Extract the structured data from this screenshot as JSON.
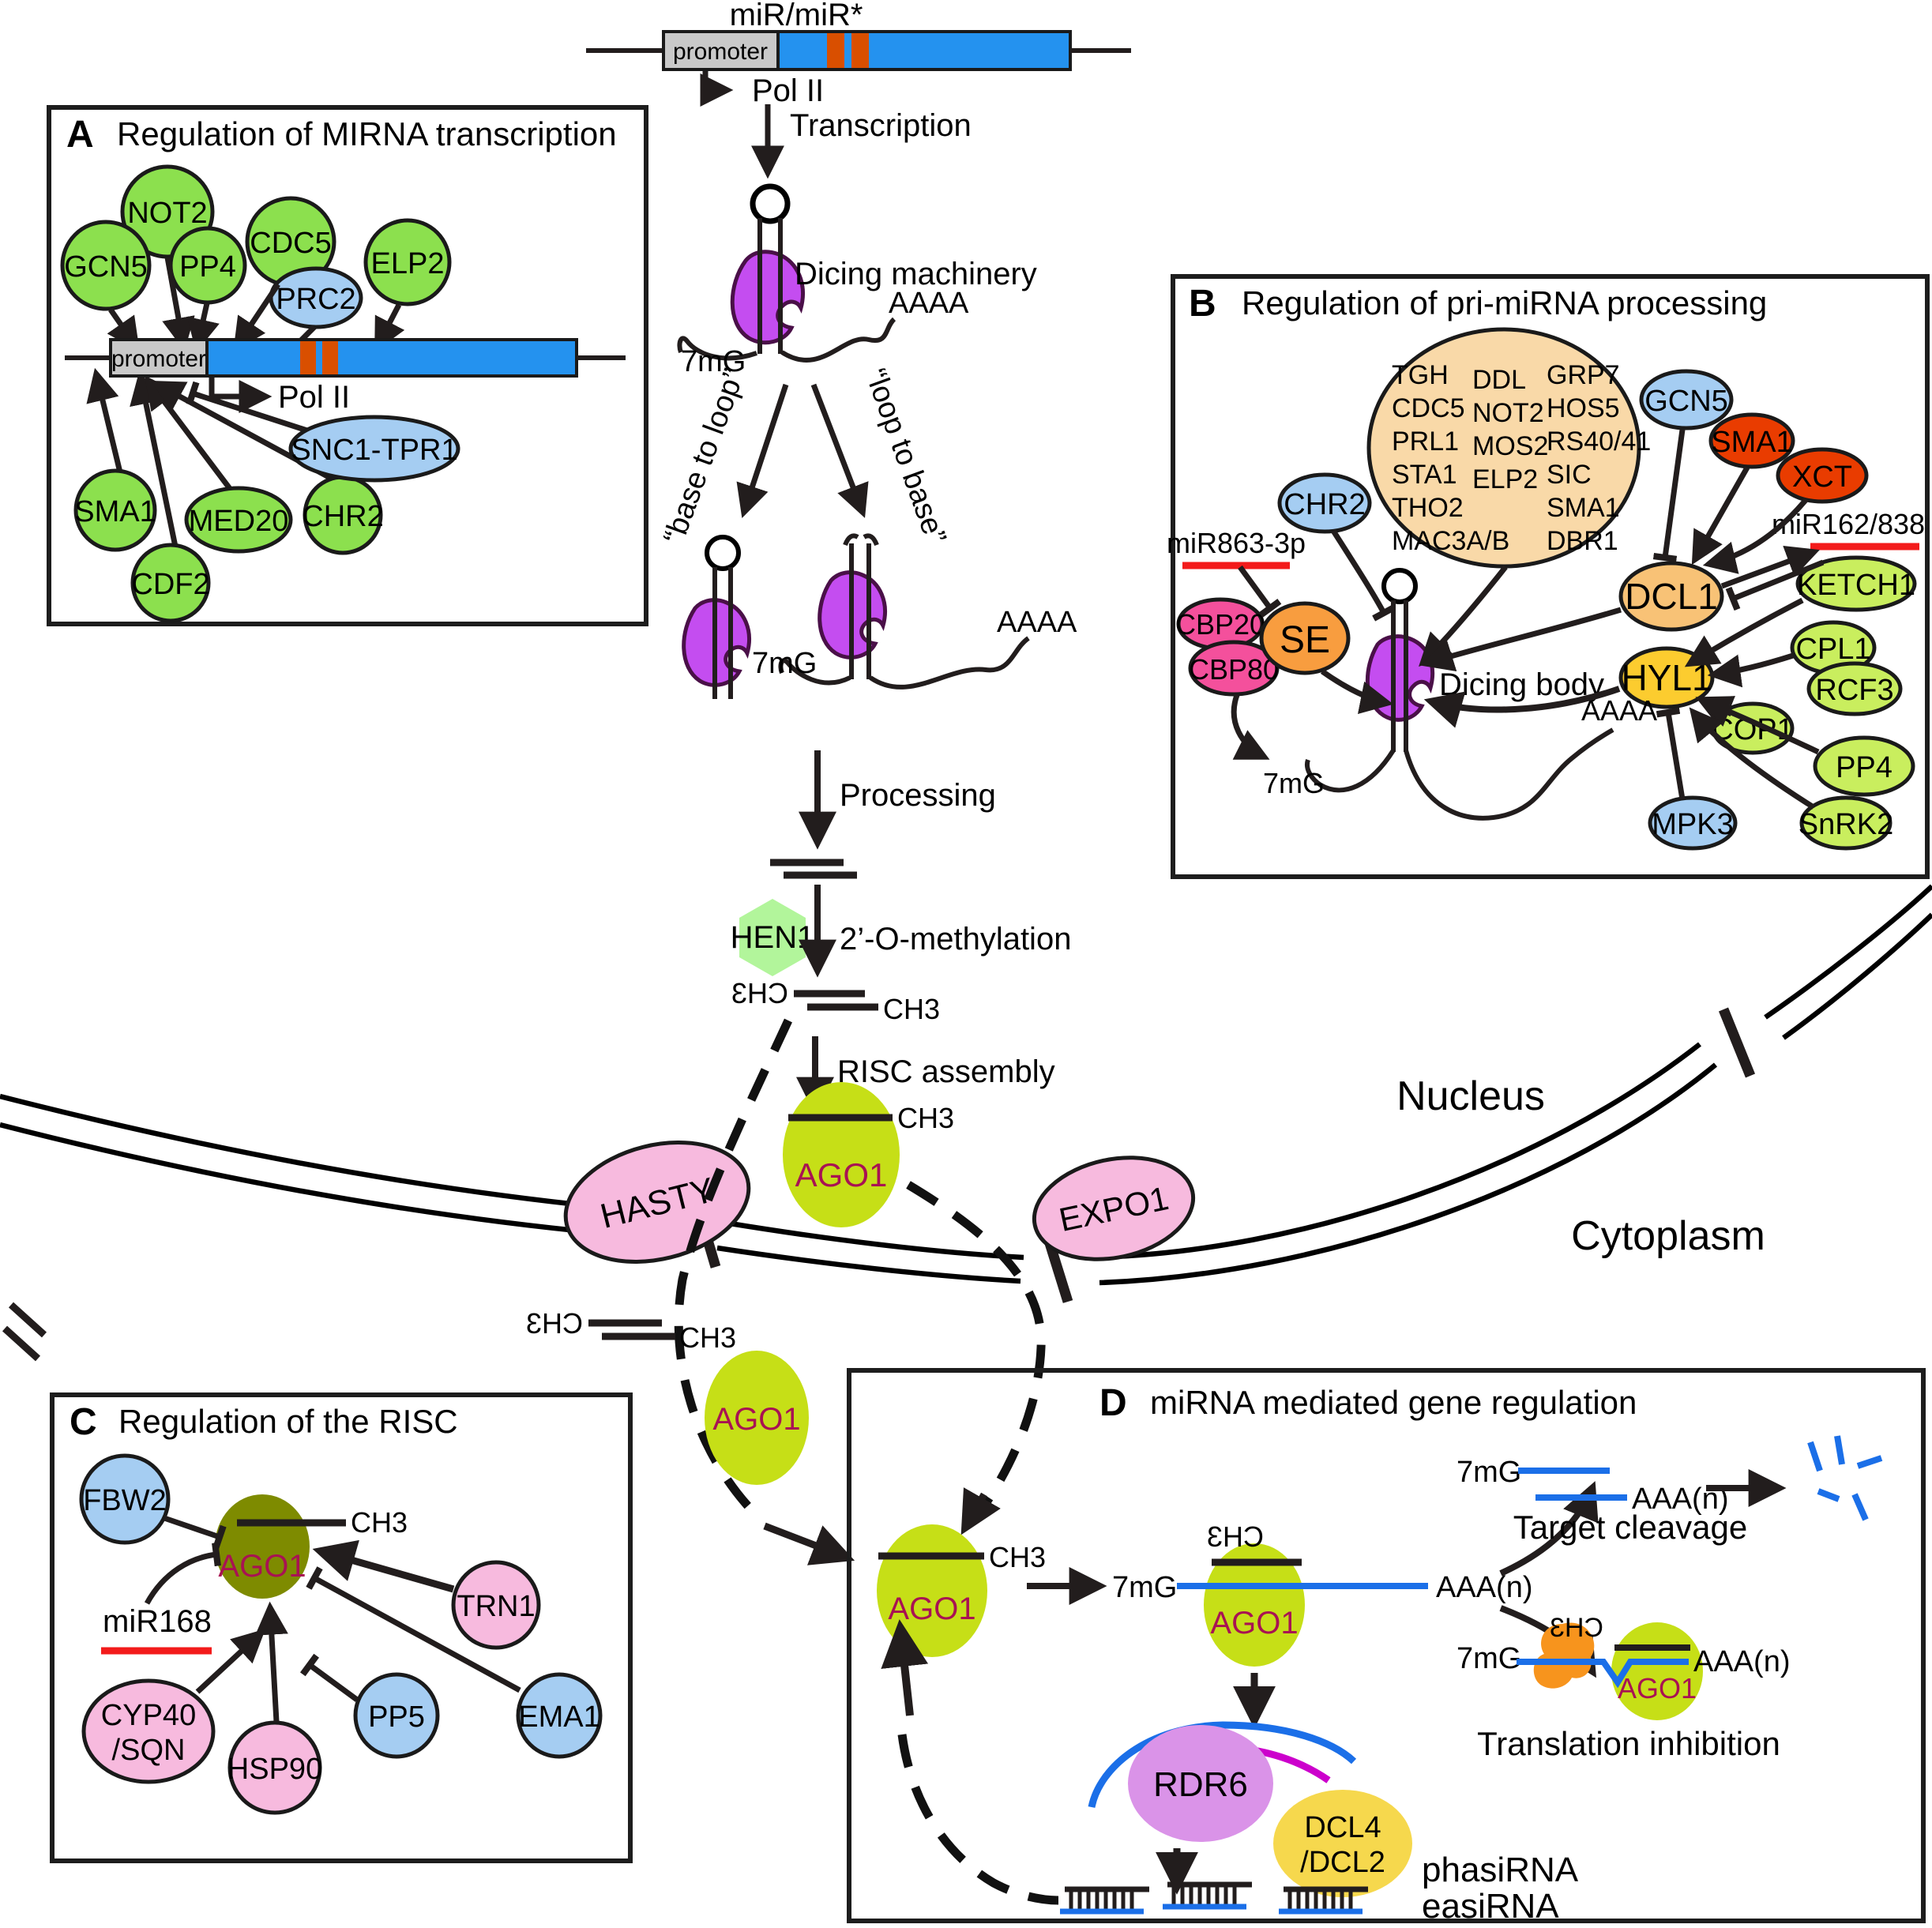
{
  "labels": {
    "ch3": "CH3",
    "cap": "7mG",
    "aaaa": "AAAA",
    "aaan": "AAA(n)",
    "ago1": "AGO1",
    "pol2": "Pol II",
    "promoter": "promoter",
    "nucleus": "Nucleus",
    "cytoplasm": "Cytoplasm"
  },
  "top": {
    "gene": "miR/miR*",
    "transcription": "Transcription",
    "dicing_machinery": "Dicing machinery",
    "base_to_loop": "“base to loop”",
    "loop_to_base": "“loop to base”",
    "processing": "Processing",
    "hen1": "HEN1",
    "methylation": "2’-O-methylation",
    "risc_assembly": "RISC assembly",
    "hasty": "HASTY",
    "expo1": "EXPO1"
  },
  "panel_a": {
    "tag": "A",
    "title": "Regulation of MIRNA transcription",
    "nodes": {
      "not2": "NOT2",
      "gcn5": "GCN5",
      "pp4": "PP4",
      "cdc5": "CDC5",
      "prc2": "PRC2",
      "elp2": "ELP2",
      "snc1_tpr1": "SNC1-TPR1",
      "sma1": "SMA1",
      "med20": "MED20",
      "chr2": "CHR2",
      "cdf2": "CDF2"
    }
  },
  "panel_b": {
    "tag": "B",
    "title": "Regulation of pri-miRNA processing",
    "complex": {
      "col1": [
        "TGH",
        "CDC5",
        "PRL1",
        "STA1",
        "THO2",
        "MAC3A/B"
      ],
      "col2": [
        "DDL",
        "NOT2",
        "MOS2",
        "ELP2"
      ],
      "col3": [
        "GRP7",
        "HOS5",
        "RS40/41",
        "SIC",
        "SMA1",
        "DBR1"
      ]
    },
    "nodes": {
      "gcn5": "GCN5",
      "sma1": "SMA1",
      "xct": "XCT",
      "chr2": "CHR2",
      "cbp20": "CBP20",
      "cbp80": "CBP80",
      "se": "SE",
      "dcl1": "DCL1",
      "hyl1": "HYL1",
      "ketch1": "KETCH1",
      "cpl1": "CPL1",
      "rcf3": "RCF3",
      "cop1": "COP1",
      "pp4": "PP4",
      "mpk3": "MPK3",
      "snrk2": "SnRK2"
    },
    "mir863": "miR863-3p",
    "mir162": "miR162/838",
    "dicing_body": "Dicing body"
  },
  "panel_c": {
    "tag": "C",
    "title": "Regulation of the RISC",
    "mir168": "miR168",
    "nodes": {
      "fbw2": "FBW2",
      "trn1": "TRN1",
      "cyp40": "CYP40",
      "sqn": "/SQN",
      "hsp90": "HSP90",
      "pp5": "PP5",
      "ema1": "EMA1"
    }
  },
  "panel_d": {
    "tag": "D",
    "title": "miRNA mediated gene regulation",
    "target_cleavage": "Target cleavage",
    "translation_inhibition": "Translation inhibition",
    "rdr6": "RDR6",
    "dcl4": "DCL4",
    "dcl2": "/DCL2",
    "phasirna": "phasiRNA",
    "easirna": "easiRNA"
  },
  "colors": {
    "green_node": "#8ce04e",
    "blue_node": "#a5cdf2",
    "red_node": "#e93c00",
    "lime_node": "#c9ee5e",
    "complex_peach": "#f9d9a8",
    "dcl1_peach": "#f8c276",
    "hyl1_gold": "#fccc2f",
    "se_orange": "#f89d3f",
    "cbp_magenta": "#f4509c",
    "dicer_purple": "#c44df0",
    "hen1_green": "#b2f59b",
    "ago1_lime": "#c6df17",
    "ago1_text": "#a81253",
    "ago1_olive": "#7e8b00",
    "pink_node": "#f7bade",
    "rdr6_violet": "#da93e8",
    "dcl4_yellow": "#f6d84d",
    "rna_blue": "#1b6fe8",
    "new_strand_magenta": "#cc00cc",
    "mirna_underline": "#f31b1b",
    "gene_blue": "#2492ef",
    "gene_orange": "#d94f00",
    "promoter_gray": "#c9c9c9"
  }
}
